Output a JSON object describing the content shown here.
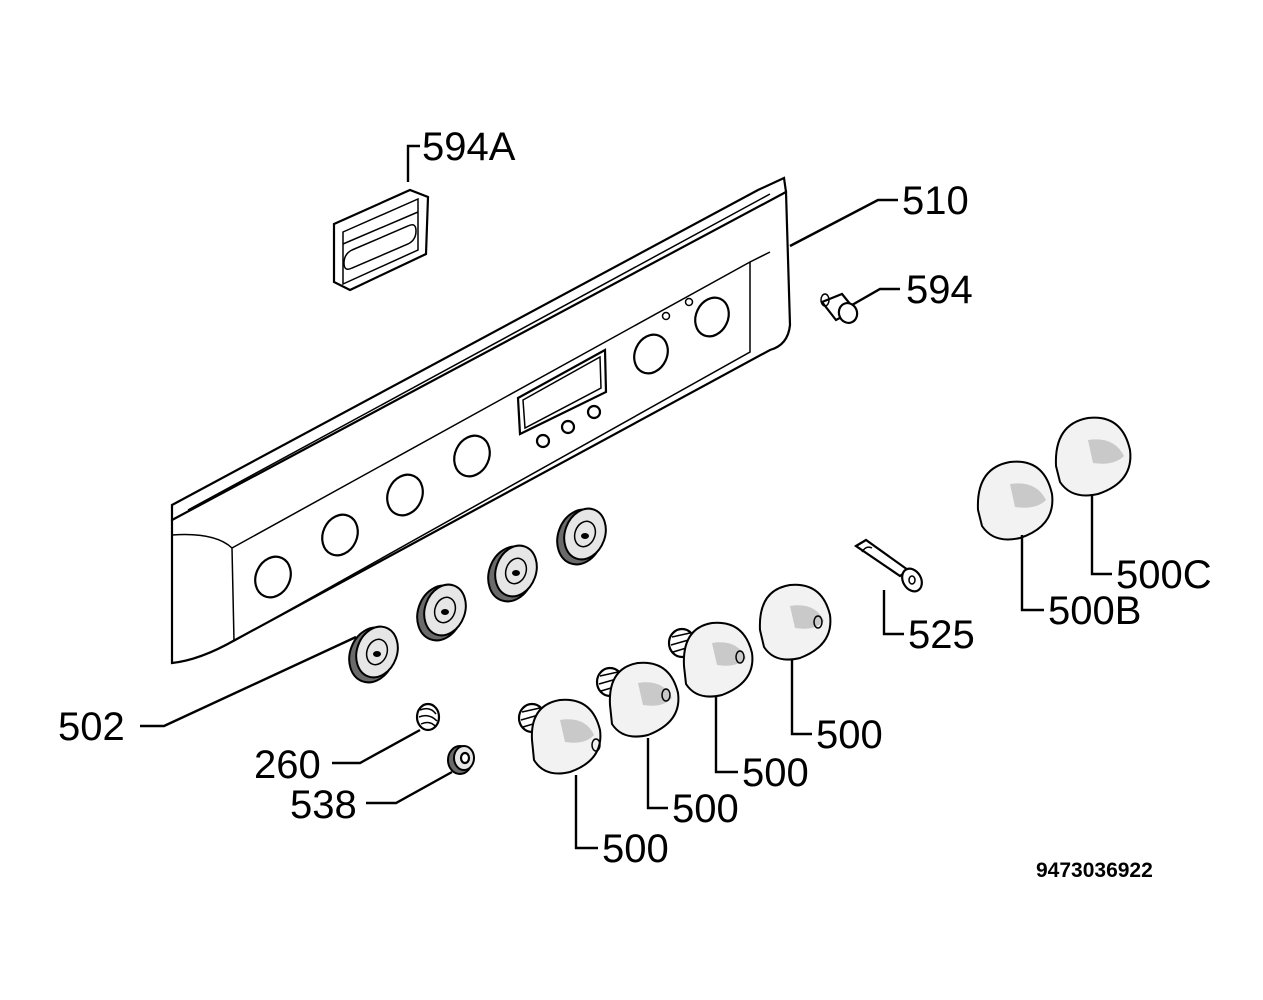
{
  "labels": {
    "l594a": "594A",
    "l510": "510",
    "l594": "594",
    "l525": "525",
    "l500c": "500C",
    "l500b": "500B",
    "l502": "502",
    "l500_1": "500",
    "l500_2": "500",
    "l500_3": "500",
    "l500_4": "500",
    "l260": "260",
    "l538": "538"
  },
  "drawing_code": "9473036922"
}
